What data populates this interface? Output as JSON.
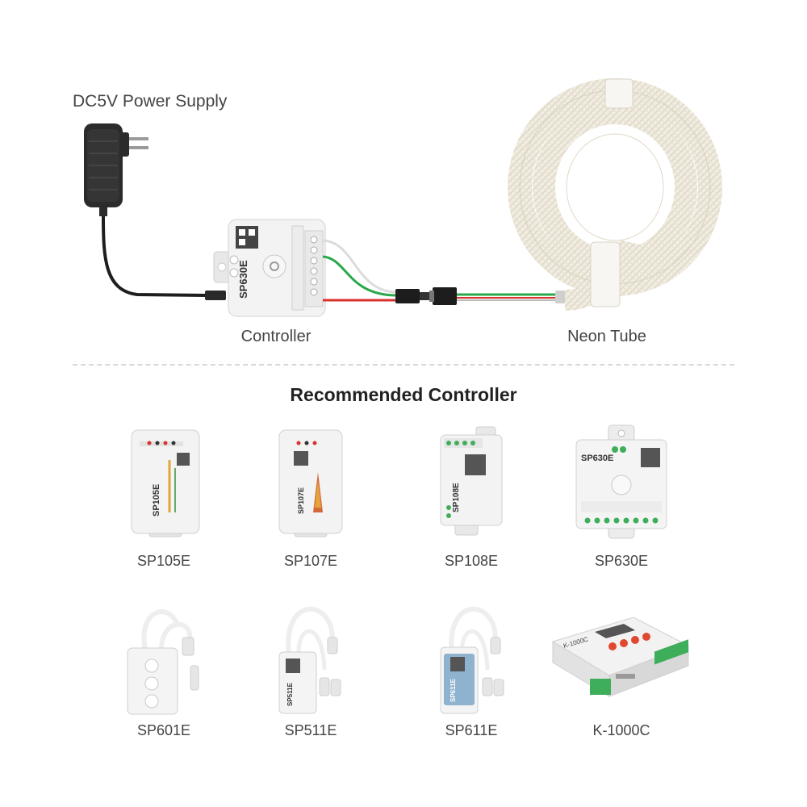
{
  "diagram": {
    "power_label": "DC5V Power Supply",
    "controller_label": "Controller",
    "neon_label": "Neon Tube",
    "controller_model": "SP630E"
  },
  "recommended": {
    "title": "Recommended Controller",
    "items": [
      {
        "label": "SP105E",
        "printed": "SP105E"
      },
      {
        "label": "SP107E",
        "printed": "SP107E"
      },
      {
        "label": "SP108E",
        "printed": "SP108E"
      },
      {
        "label": "SP630E",
        "printed": "SP630E"
      },
      {
        "label": "SP601E"
      },
      {
        "label": "SP511E",
        "printed": "SP511E"
      },
      {
        "label": "SP611E",
        "printed": "SP611E"
      },
      {
        "label": "K-1000C",
        "printed": "K-1000C"
      }
    ]
  },
  "colors": {
    "wire_red": "#d9322e",
    "wire_green": "#2aa84a",
    "device_white": "#f2f2f2",
    "terminal_green": "#3fae5a",
    "button_red": "#e0482f"
  }
}
